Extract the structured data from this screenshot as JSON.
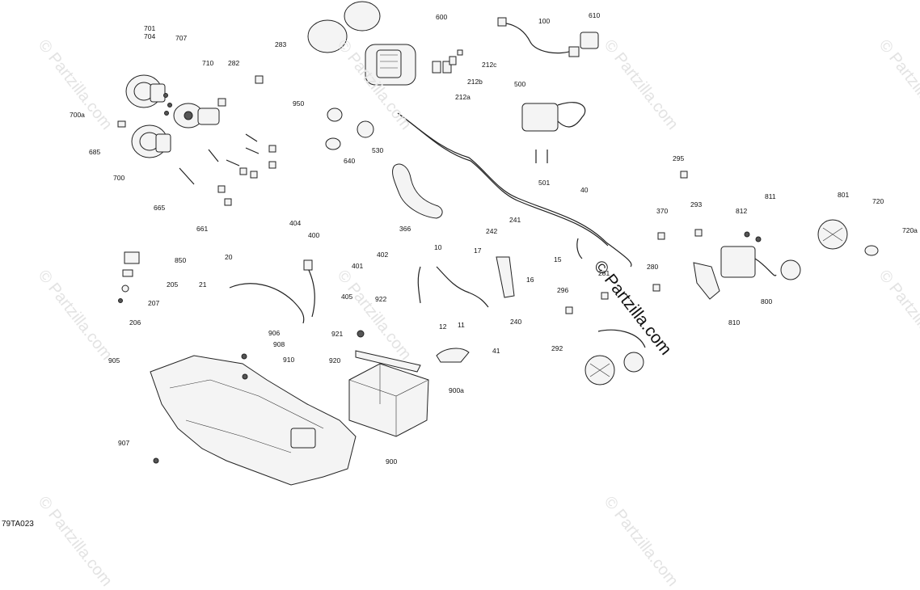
{
  "diagram_code": "79TA023",
  "watermark": "© Partzilla.com",
  "faint_watermark": "© Partzilla.com",
  "callouts": {
    "c701_704": "701\n704",
    "c707": "707",
    "c710": "710",
    "c282": "282",
    "c283": "283",
    "c700a": "700a",
    "c685": "685",
    "c700": "700",
    "c665": "665",
    "c661": "661",
    "c600": "600",
    "c100": "100",
    "c610": "610",
    "c212c": "212c",
    "c212b": "212b",
    "c212a": "212a",
    "c950": "950",
    "c530": "530",
    "c640": "640",
    "c500": "500",
    "c501": "501",
    "c40": "40",
    "c366": "366",
    "c295": "295",
    "c811": "811",
    "c801": "801",
    "c720": "720",
    "c720a": "720a",
    "c812": "812",
    "c293": "293",
    "c370": "370",
    "c241": "241",
    "c242": "242",
    "c15": "15",
    "c17": "17",
    "c16": "16",
    "c10": "10",
    "c404": "404",
    "c400": "400",
    "c401": "401",
    "c402": "402",
    "c850": "850",
    "c20": "20",
    "c205": "205",
    "c21": "21",
    "c207": "207",
    "c206": "206",
    "c405": "405",
    "c922": "922",
    "c921": "921",
    "c12": "12",
    "c11": "11",
    "c240": "240",
    "c280": "280",
    "c281": "281",
    "c296": "296",
    "c800": "800",
    "c810": "810",
    "c292": "292",
    "c906": "906",
    "c908": "908",
    "c910": "910",
    "c905": "905",
    "c920": "920",
    "c41": "41",
    "c900a": "900a",
    "c907": "907",
    "c900": "900"
  },
  "icons": [
    "headlight-motor-icon",
    "battery-icon",
    "battery-tray-icon",
    "wiring-harness-icon",
    "bracket-icon",
    "fastener-icon"
  ]
}
